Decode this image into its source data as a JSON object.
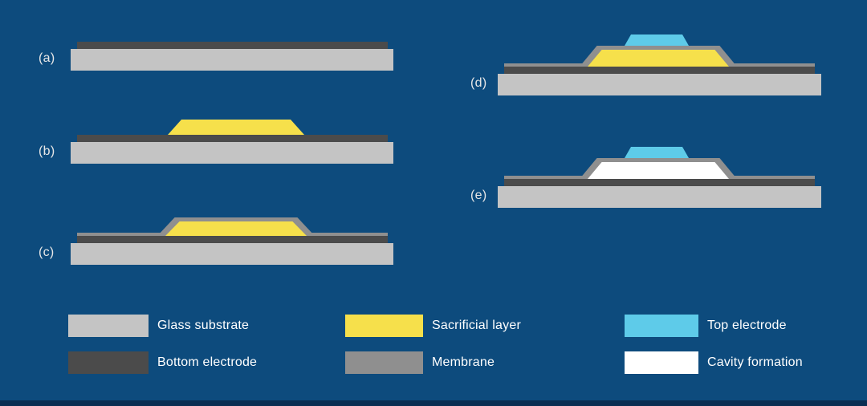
{
  "figure": {
    "type": "process-diagram",
    "steps": [
      {
        "label": "(a)"
      },
      {
        "label": "(b)"
      },
      {
        "label": "(c)"
      },
      {
        "label": "(d)"
      },
      {
        "label": "(e)"
      }
    ]
  },
  "legend": {
    "items": [
      {
        "label": "Glass substrate",
        "color": "#c4c4c4"
      },
      {
        "label": "Bottom electrode",
        "color": "#4b4b4b"
      },
      {
        "label": "Sacrificial layer",
        "color": "#f6e04b"
      },
      {
        "label": "Membrane",
        "color": "#8f8f8f"
      },
      {
        "label": "Top electrode",
        "color": "#5ecbe9"
      },
      {
        "label": "Cavity formation",
        "color": "#ffffff"
      }
    ]
  },
  "colors": {
    "background": "#0d4b7d",
    "footer_bar": "#0a2d52",
    "step_label_text": "#e6e6e6",
    "legend_text": "#ffffff"
  }
}
